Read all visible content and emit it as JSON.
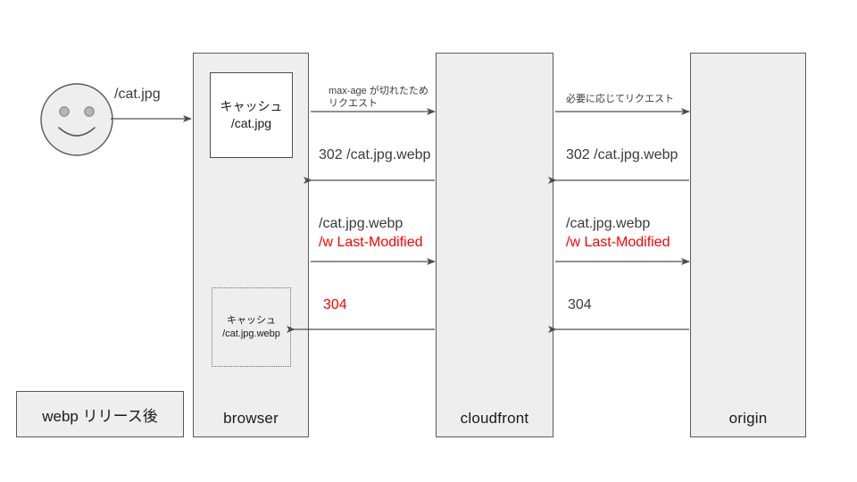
{
  "diagram": {
    "title_legend": "webp リリース後",
    "lanes": [
      {
        "id": "browser",
        "label": "browser"
      },
      {
        "id": "cloudfront",
        "label": "cloudfront"
      },
      {
        "id": "origin",
        "label": "origin"
      }
    ],
    "actor": {
      "name": "user-smiley",
      "request_label": "/cat.jpg"
    },
    "cache_boxes": [
      {
        "id": "cache-jpg",
        "line1": "キャッシュ",
        "line2": "/cat.jpg",
        "style": "solid"
      },
      {
        "id": "cache-webp",
        "line1": "キャッシュ",
        "line2": "/cat.jpg.webp",
        "style": "dotted"
      }
    ],
    "messages": {
      "user_to_browser": "/cat.jpg",
      "browser_to_cf_1_line1": "max-age が切れたため",
      "browser_to_cf_1_line2": "リクエスト",
      "cf_to_browser_1": "302 /cat.jpg.webp",
      "browser_to_cf_2_line1": "/cat.jpg.webp",
      "browser_to_cf_2_line2": "/w Last-Modified",
      "cf_to_browser_2": "304",
      "cf_to_origin_1": "必要に応じてリクエスト",
      "origin_to_cf_1": "302 /cat.jpg.webp",
      "cf_to_origin_2_line1": "/cat.jpg.webp",
      "cf_to_origin_2_line2": "/w Last-Modified",
      "origin_to_cf_2": "304"
    },
    "colors": {
      "lane_fill": "#eeeeee",
      "stroke": "#5a5a5a",
      "text": "#3a3a3a",
      "highlight": "#ff0000"
    }
  }
}
